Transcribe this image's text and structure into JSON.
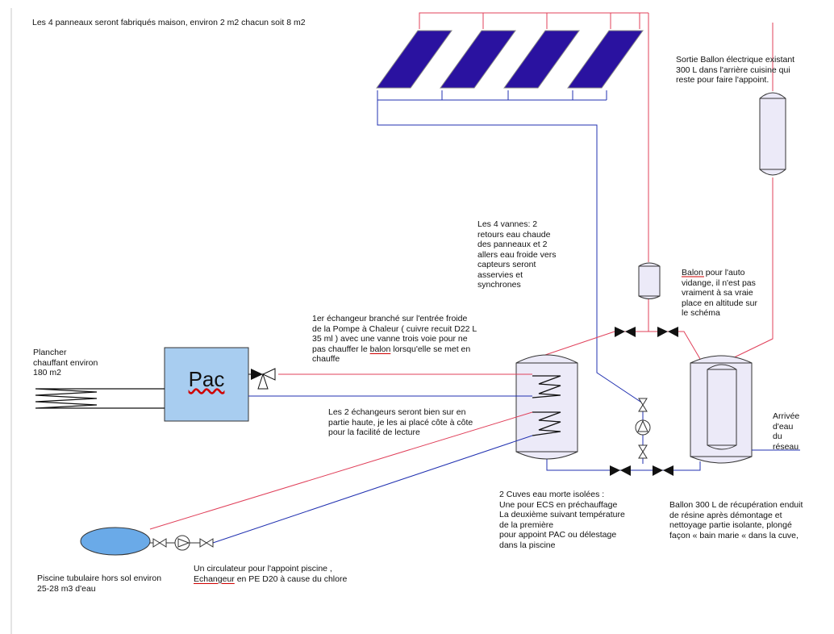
{
  "labels": {
    "panels_note": "Les 4 panneaux seront fabriqués maison, environ 2 m2 chacun soit 8 m2",
    "sortie_ballon": "Sortie Ballon électrique existant\n300 L  dans l'arrière cuisine qui\nreste pour faire l'appoint.",
    "vannes": "Les 4 vannes: 2\nretours eau chaude\ndes panneaux et 2\nallers eau froide vers\ncapteurs seront\nasservies et\nsynchrones",
    "balon_word": "Balon",
    "balon_rest": " pour l'auto\nvidange, il n'est pas\nvraiment à  sa vraie\nplace en altitude sur\nle schéma",
    "echangeur1_a": "1er échangeur branché sur l'entrée froide\nde la Pompe à Chaleur ( cuivre recuit D22 L\n35 ml ) avec une vanne trois voie pour ne\npas chauffer le ",
    "echangeur1_balon": "balon",
    "echangeur1_b": " lorsqu'elle se met  en\nchauffe",
    "plancher": "Plancher\nchauffant environ\n180 m2",
    "pac": "Pac",
    "echangeurs2": "Les 2 échangeurs seront bien sur en\npartie haute, je les ai placé côte à côte\npour la facilité de lecture",
    "arrivee": "Arrivée\nd'eau\ndu\nréseau",
    "cuves": "2 Cuves eau morte isolées :\nUne pour ECS en préchauffage\nLa deuxième suivant température\nde la première\npour appoint PAC ou délestage\ndans la piscine",
    "ballon300": "Ballon 300 L de récupération enduit\nde résine après démontage et\nnettoyage partie isolante, plongé\nfaçon « bain marie «  dans la cuve,",
    "piscine": "Piscine tubulaire hors sol environ\n25-28 m3 d'eau",
    "circulateur_a": "Un circulateur pour l'appoint piscine ,",
    "circulateur_word": "Echangeur",
    "circulateur_b": " en  PE D20 à cause du chlore"
  },
  "colors": {
    "hot_pipe": "#e0405a",
    "cold_pipe": "#2030b0",
    "panel_fill": "#2a12a0",
    "pac_fill": "#a8cdf0",
    "tank_fill": "#eceaf8",
    "pool_fill": "#6aaae8"
  }
}
